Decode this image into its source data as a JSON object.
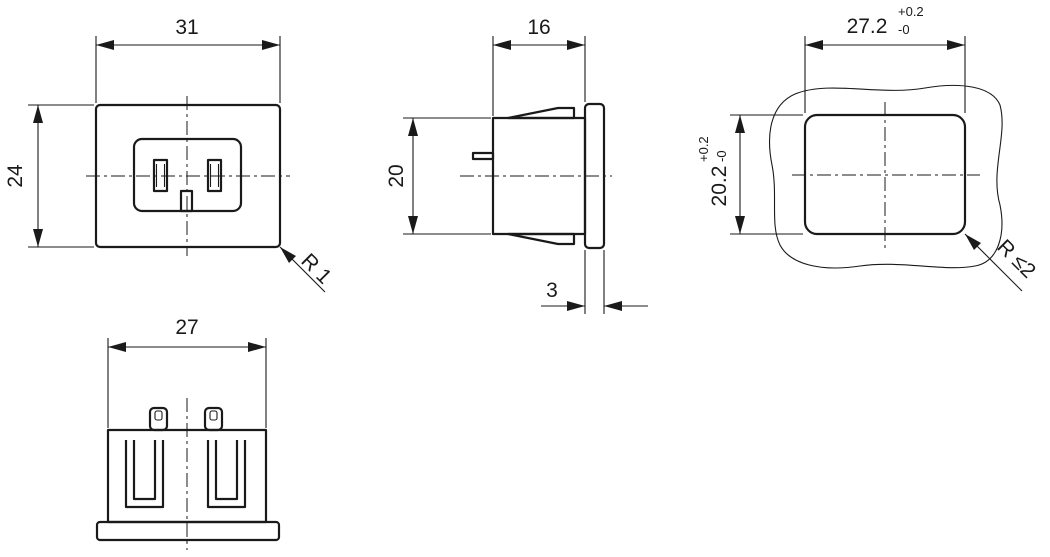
{
  "front_view": {
    "width_label": "31",
    "height_label": "24",
    "radius_label": "R 1"
  },
  "side_view": {
    "length_label": "16",
    "height_label": "20",
    "flange_label": "3"
  },
  "cutout": {
    "width_label": "27.2",
    "width_tol_plus": "+0.2",
    "width_tol_minus": "-0",
    "height_label": "20.2",
    "height_tol_plus": "+0.2",
    "height_tol_minus": "-0",
    "radius_label": "R ≤2"
  },
  "bottom_view": {
    "width_label": "27"
  }
}
